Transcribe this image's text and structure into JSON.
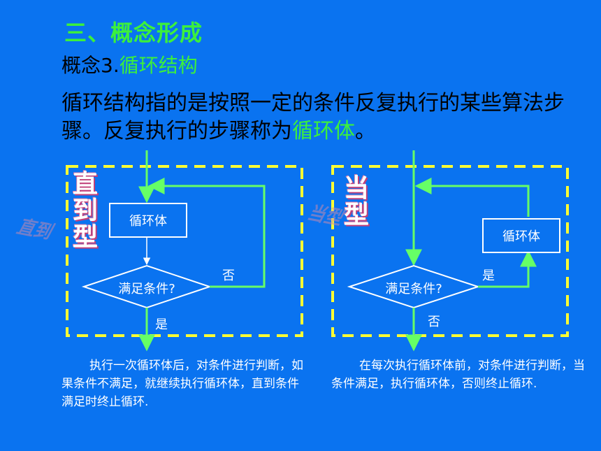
{
  "header": {
    "title": "三、概念形成",
    "subtitle_prefix": "概念3.",
    "subtitle_highlight": "循环结构"
  },
  "intro": {
    "text_before": "循环结构指的是按照一定的条件反复执行的某些算法步骤。反复执行的步骤称为",
    "highlight": "循环体",
    "text_after": "。"
  },
  "left_diagram": {
    "type_chars": [
      "直",
      "到",
      "型"
    ],
    "body_label": "循环体",
    "condition_label": "满足条件?",
    "no_label": "否",
    "yes_label": "是",
    "description": "执行一次循环体后，对条件进行判断，如果条件不满足，就继续执行循环体，直到条件满足时终止循环."
  },
  "right_diagram": {
    "type_chars": [
      "当",
      "型"
    ],
    "body_label": "循环体",
    "condition_label": "满足条件?",
    "yes_label": "是",
    "no_label": "否",
    "description": "在每次执行循环体前，对条件进行判断，当条件满足，执行循环体，否则终止循环."
  },
  "colors": {
    "background": "#0a73f0",
    "highlight": "#3cf03c",
    "dashed_border": "#ffff33",
    "arrow": "#66ff66"
  }
}
